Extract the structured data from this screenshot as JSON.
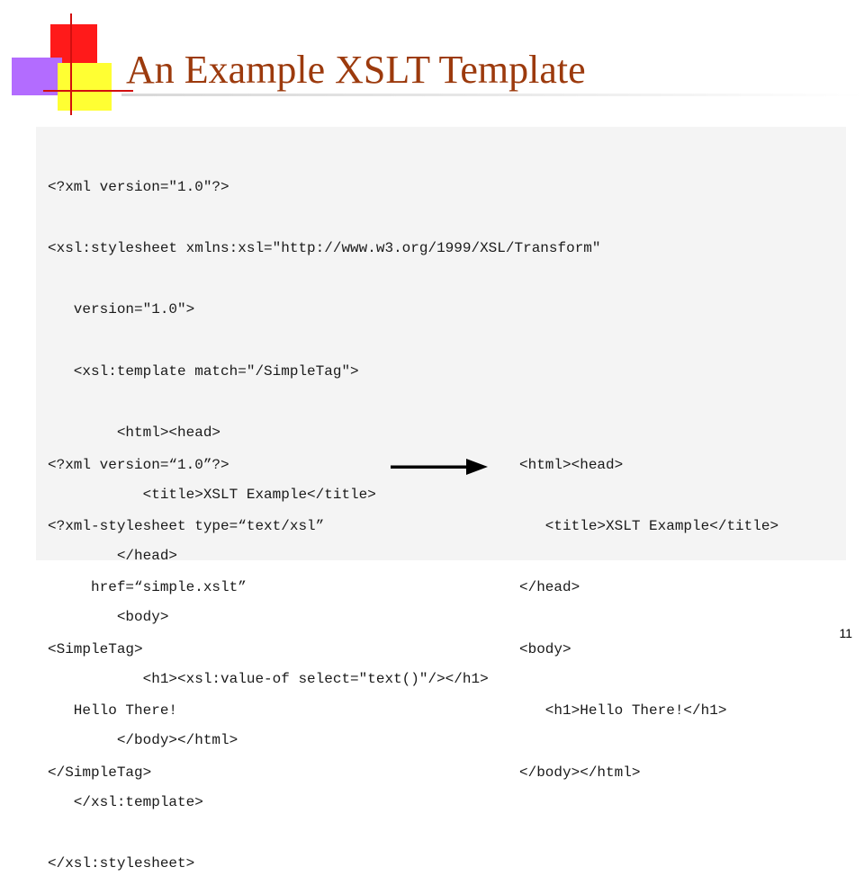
{
  "slide": {
    "title": "An Example XSLT Template",
    "number": "11"
  },
  "xslt_code": {
    "lines": [
      "<?xml version=\"1.0\"?>",
      "<xsl:stylesheet xmlns:xsl=\"http://www.w3.org/1999/XSL/Transform\"",
      "   version=\"1.0\">",
      "   <xsl:template match=\"/SimpleTag\">",
      "        <html><head>",
      "           <title>XSLT Example</title>",
      "        </head>",
      "        <body>",
      "           <h1><xsl:value-of select=\"text()\"/></h1>",
      "        </body></html>",
      "   </xsl:template>",
      "</xsl:stylesheet>"
    ]
  },
  "input_xml": {
    "lines": [
      "<?xml version=“1.0”?>",
      "<?xml-stylesheet type=“text/xsl”",
      "     href=“simple.xslt”",
      "<SimpleTag>",
      "   Hello There!",
      "</SimpleTag>"
    ]
  },
  "output_html": {
    "lines": [
      "<html><head>",
      "   <title>XSLT Example</title>",
      "</head>",
      "<body>",
      "   <h1>Hello There!</h1>",
      "</body></html>"
    ]
  },
  "arrow": {
    "icon": "right-arrow-icon",
    "color": "#000000"
  },
  "colors": {
    "title": "#9c3a0d",
    "code_background": "#f4f4f4"
  }
}
